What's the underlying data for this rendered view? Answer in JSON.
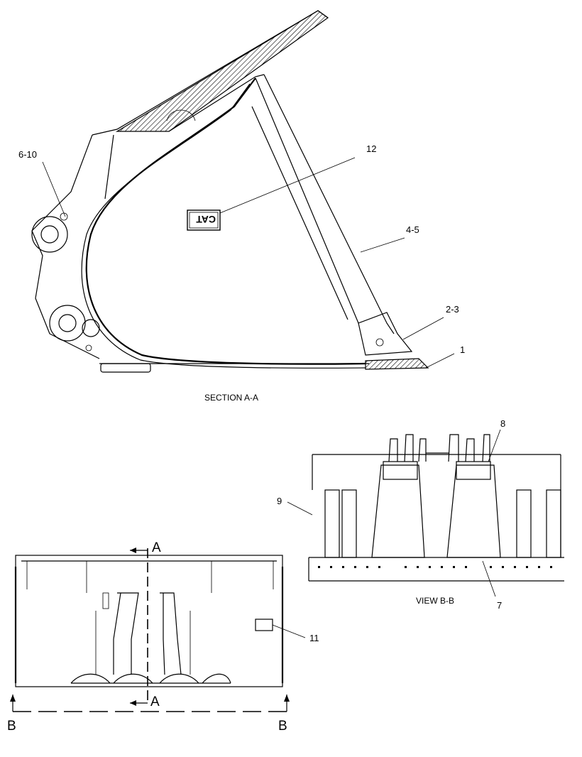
{
  "callouts": {
    "c1": "1",
    "c2_3": "2-3",
    "c4_5": "4-5",
    "c6_10": "6-10",
    "c7": "7",
    "c8": "8",
    "c9": "9",
    "c11": "11",
    "c12": "12"
  },
  "captions": {
    "section_a": "SECTION A-A",
    "view_b": "VIEW B-B"
  },
  "section_markers": {
    "a_top": "A",
    "a_bottom": "A",
    "b_left": "B",
    "b_right": "B"
  },
  "logo": {
    "text": "CAT"
  }
}
